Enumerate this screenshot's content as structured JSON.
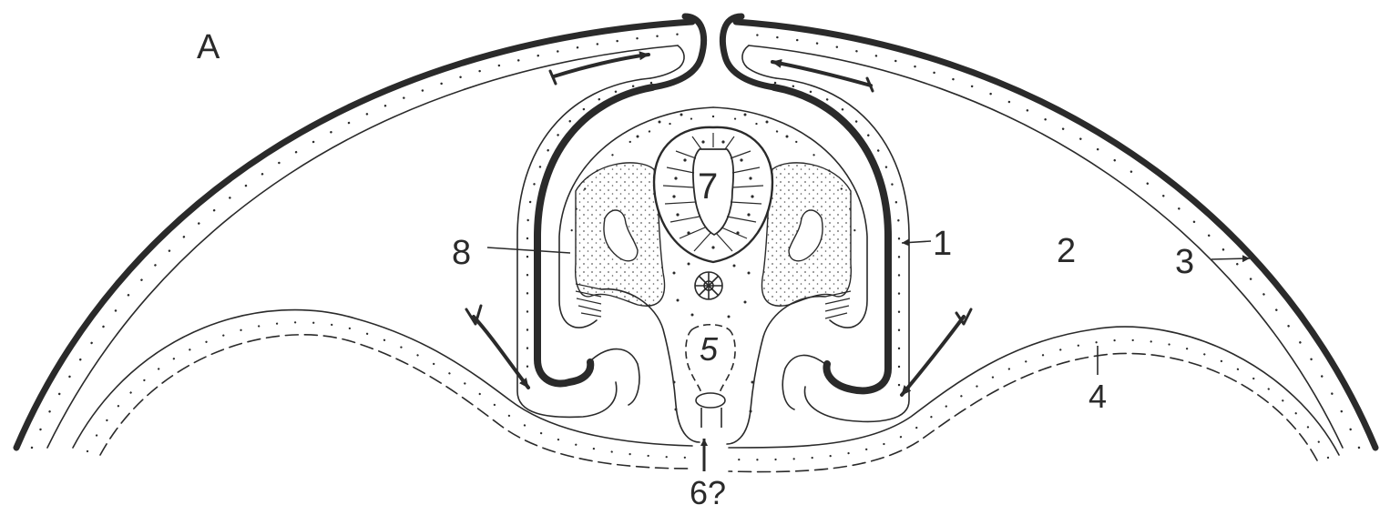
{
  "panel_letter": "A",
  "labels": {
    "l1": "1",
    "l2": "2",
    "l3": "3",
    "l4": "4",
    "l5": "5",
    "l6": "6?",
    "l7": "7",
    "l8": "8"
  },
  "colors": {
    "ink": "#2a2a2a",
    "stipple": "#5a5a5a",
    "paper": "#ffffff"
  }
}
